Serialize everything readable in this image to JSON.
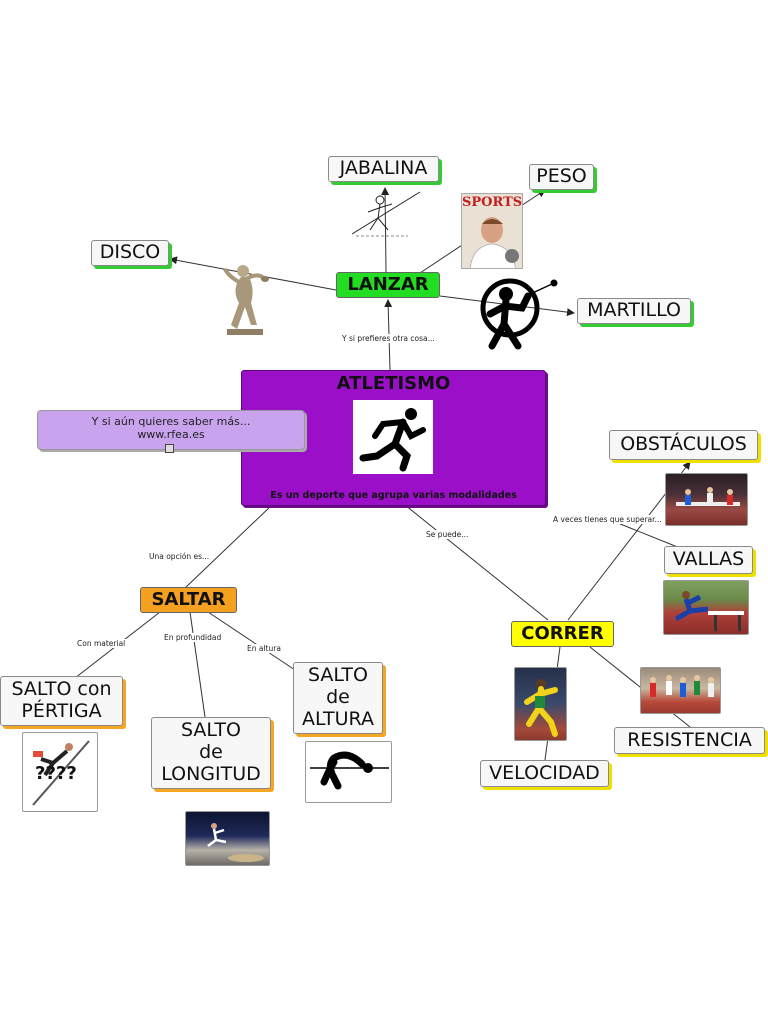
{
  "center": {
    "title": "ATLETISMO",
    "subtitle": "Es un deporte que agrupa varias modalidades",
    "icon": "runner-icon",
    "color": "#9b0fc9"
  },
  "info_note": {
    "line1": "Y si aún quieres saber más...",
    "line2": "www.rfea.es",
    "color": "#c9a3ee"
  },
  "categories": {
    "lanzar": "LANZAR",
    "saltar": "SALTAR",
    "correr": "CORRER"
  },
  "category_colors": {
    "lanzar": "#22dd22",
    "saltar": "#f5a020",
    "correr": "#ffff00"
  },
  "throws": {
    "jabalina": "JABALINA",
    "peso": "PESO",
    "disco": "DISCO",
    "martillo": "MARTILLO"
  },
  "jumps": {
    "pertiga": "SALTO con\nPÉRTIGA",
    "longitud": "SALTO\nde\nLONGITUD",
    "altura": "SALTO\nde\nALTURA",
    "pertiga_image_caption": "????"
  },
  "runs": {
    "obstaculos": "OBSTÁCULOS",
    "vallas": "VALLAS",
    "velocidad": "VELOCIDAD",
    "resistencia": "RESISTENCIA"
  },
  "link_labels": {
    "to_lanzar": "Y si prefieres otra cosa...",
    "to_saltar": "Una opción es...",
    "to_correr": "Se puede...",
    "con_material": "Con material",
    "en_profundidad": "En profundidad",
    "en_altura": "En altura",
    "a_veces": "A veces tienes que superar..."
  },
  "magazine": {
    "title": "SPORTS"
  }
}
